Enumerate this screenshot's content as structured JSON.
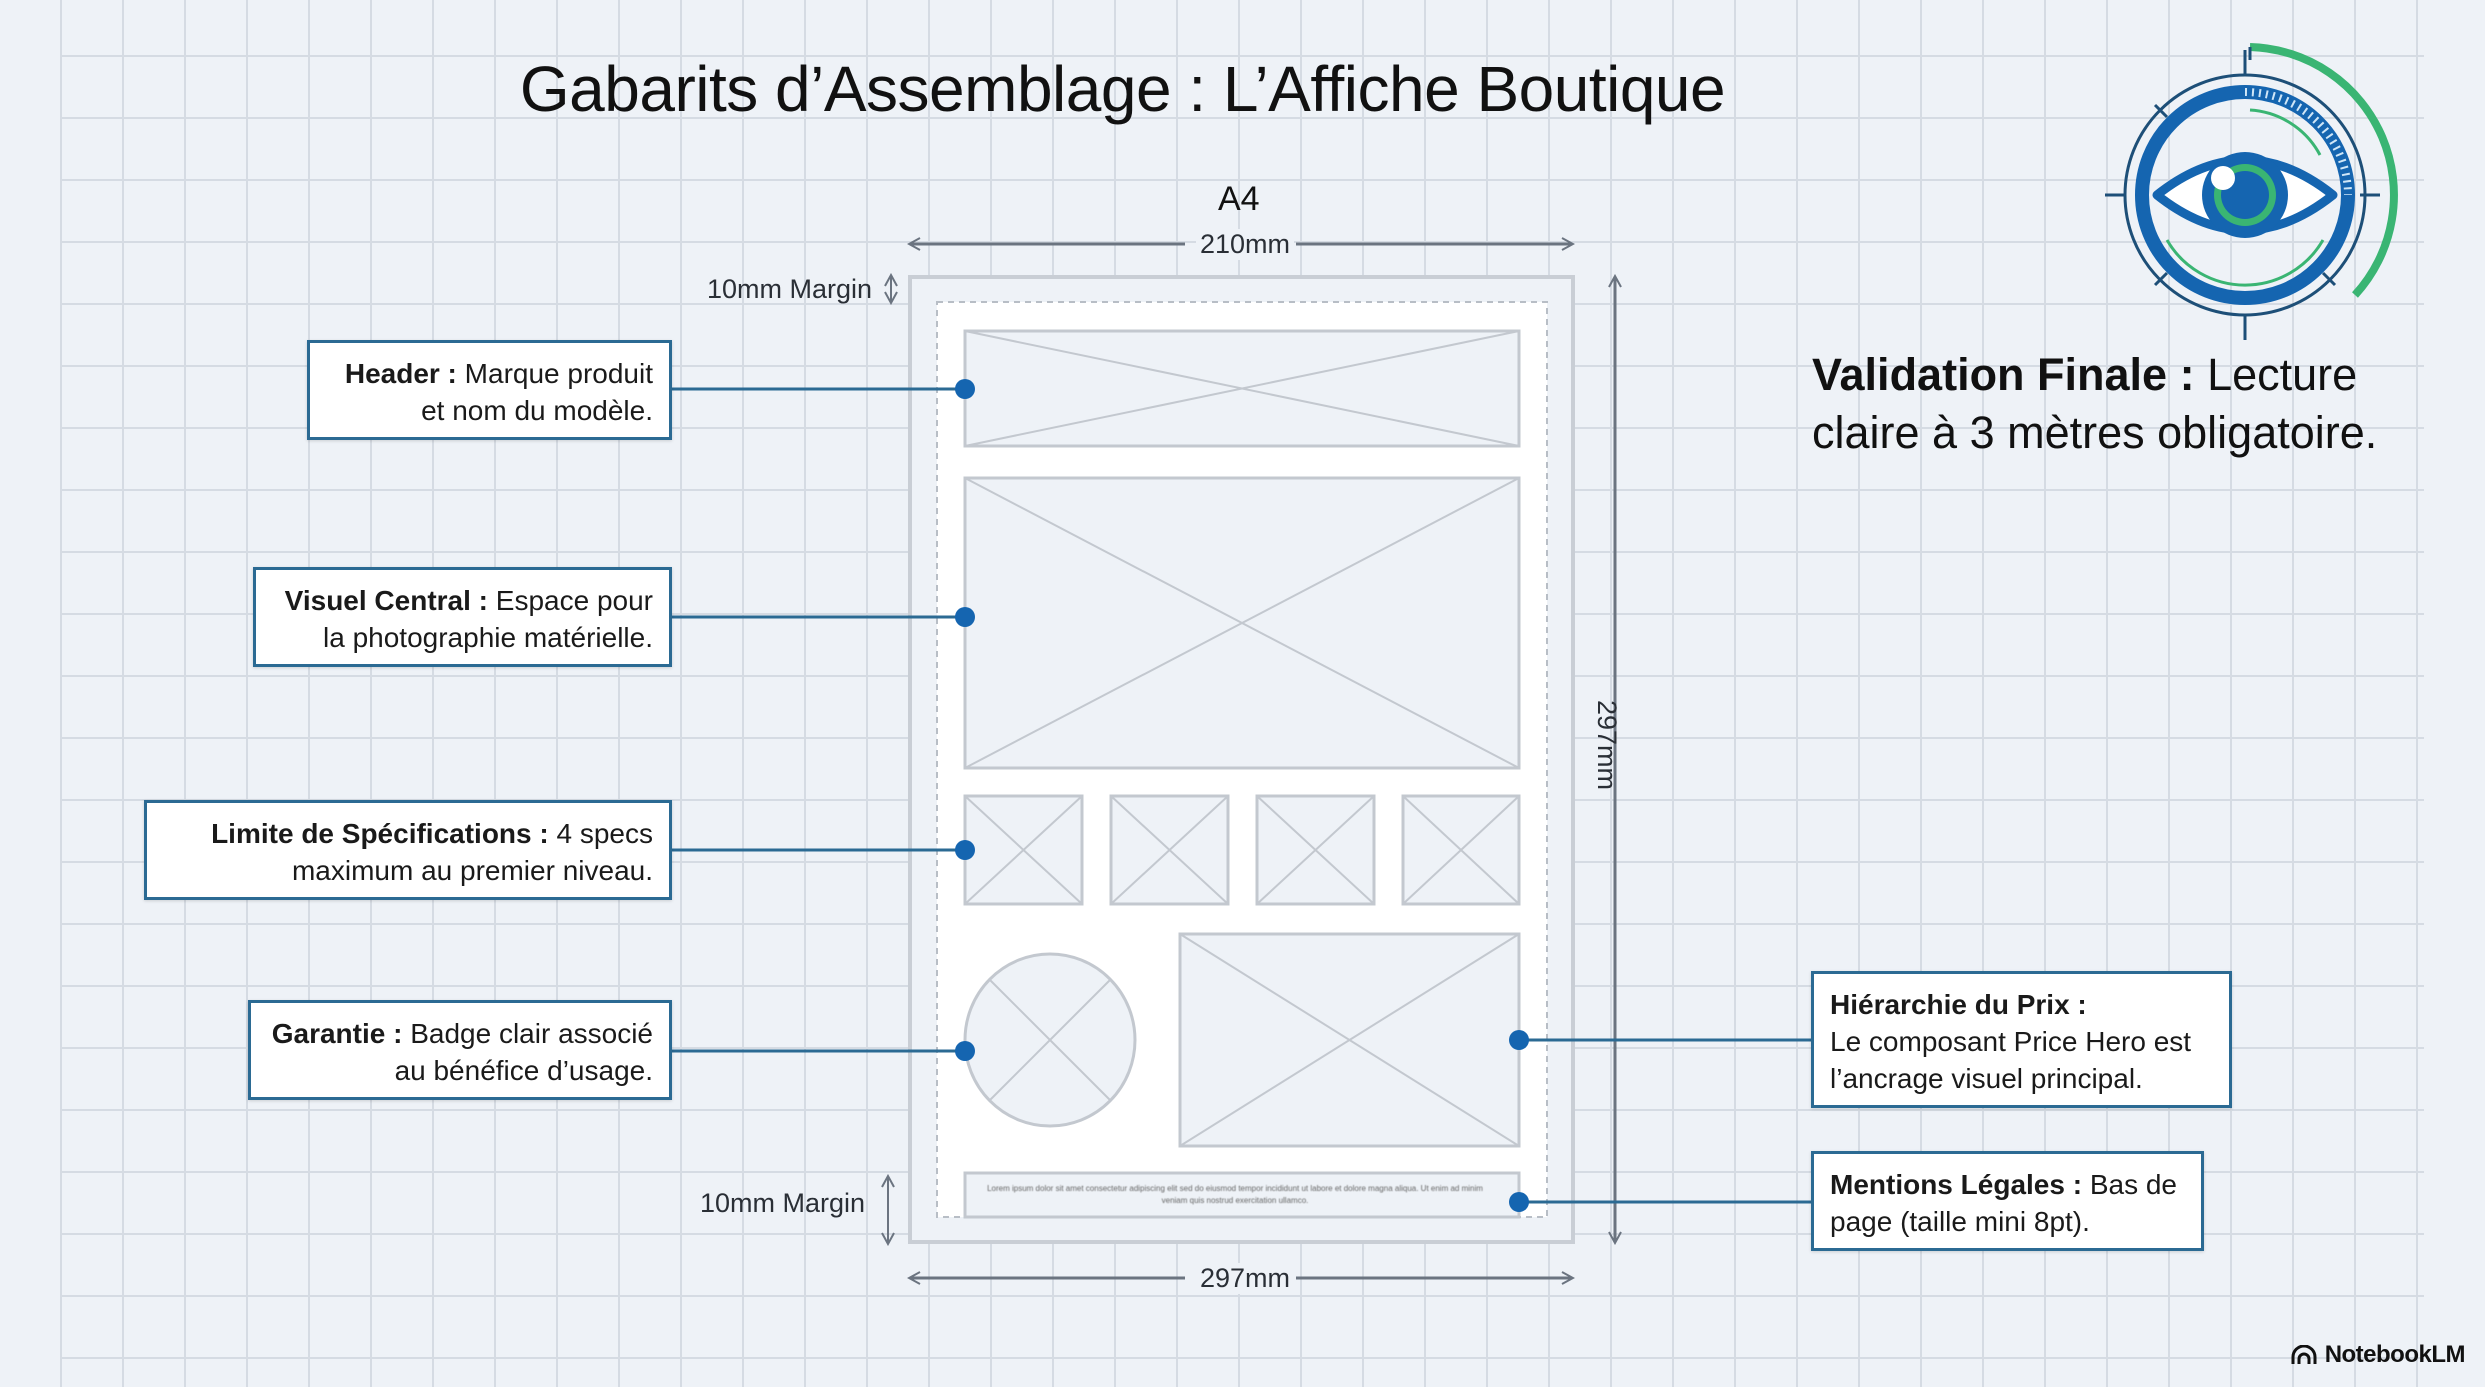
{
  "title": "Gabarits d’Assemblage : L’Affiche Boutique",
  "page": {
    "format_label": "A4",
    "width_label": "210mm",
    "height_label": "297mm",
    "bottom_width_label": "297mm",
    "top_margin_label": "10mm Margin",
    "bottom_margin_label": "10mm Margin",
    "legal_placeholder_text": "Lorem ipsum dolor sit amet consectetur adipiscing elit sed do eiusmod tempor incididunt ut labore et dolore magna aliqua. Ut enim ad minim veniam quis nostrud exercitation ullamco."
  },
  "callouts": {
    "header": {
      "title": "Header :",
      "text": " Marque produit et nom du modèle."
    },
    "visual": {
      "title": "Visuel Central :",
      "text": " Espace pour la photographie matérielle."
    },
    "specs": {
      "title": "Limite de Spécifications :",
      "text": " 4 specs maximum au premier niveau."
    },
    "warranty": {
      "title": "Garantie :",
      "text": " Badge clair associé au bénéfice d’usage."
    },
    "price": {
      "title": "Hiérarchie du Prix :",
      "text": "Le composant Price Hero est l’ancrage visuel principal."
    },
    "legal": {
      "title": "Mentions Légales :",
      "text": " Bas de page (taille mini 8pt)."
    }
  },
  "validation": {
    "title": "Validation Finale :",
    "text": " Lecture claire à 3 mètres obligatoire."
  },
  "icons": {
    "validation_icon": "eye-target-icon",
    "brand_icon": "notebooklm-logo-icon"
  },
  "colors": {
    "accent_blue": "#1565b0",
    "accent_green": "#3ab573",
    "callout_border": "#2b6a93",
    "wireframe_gray": "#c3c8cf",
    "background": "#eef2f7"
  },
  "brand": "NotebookLM"
}
